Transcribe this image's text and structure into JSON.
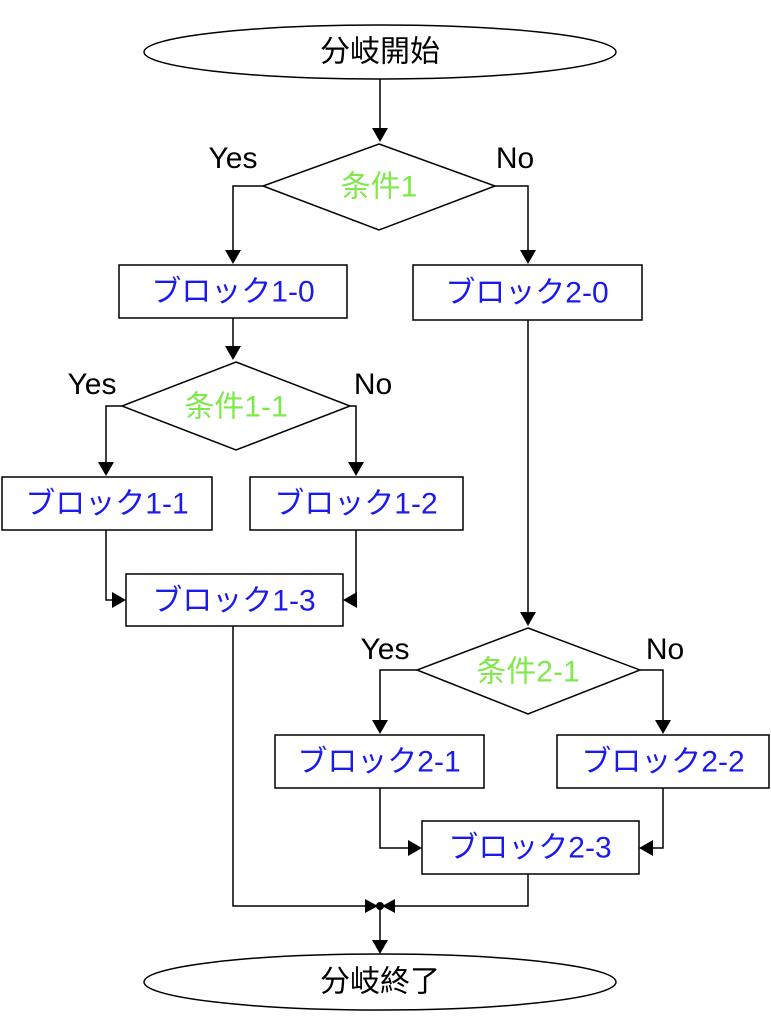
{
  "terminals": {
    "start": "分岐開始",
    "end": "分岐終了"
  },
  "conditions": {
    "c1": "条件1",
    "c1_1": "条件1-1",
    "c2_1": "条件2-1"
  },
  "blocks": {
    "b1_0": "ブロック1-0",
    "b2_0": "ブロック2-0",
    "b1_1": "ブロック1-1",
    "b1_2": "ブロック1-2",
    "b1_3": "ブロック1-3",
    "b2_1": "ブロック2-1",
    "b2_2": "ブロック2-2",
    "b2_3": "ブロック2-3"
  },
  "branch_labels": {
    "yes": "Yes",
    "no": "No"
  },
  "colors": {
    "block_text": "#1a1aee",
    "condition_text": "#7fe84a",
    "terminal_text": "#000000"
  }
}
